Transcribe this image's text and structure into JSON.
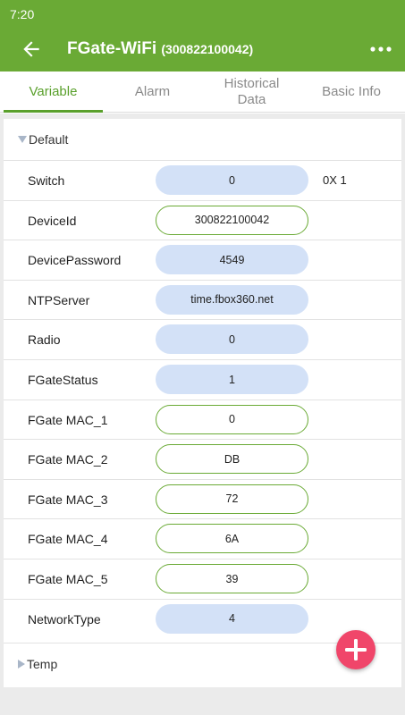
{
  "status_bar": {
    "time": "7:20"
  },
  "app_bar": {
    "title": "FGate-WiFi",
    "subtitle": "(300822100042)",
    "back_icon": "arrow-back-icon",
    "more_icon": "more-vert-icon"
  },
  "tabs": [
    {
      "label": "Variable",
      "active": true
    },
    {
      "label": "Alarm",
      "active": false
    },
    {
      "label": "Historical\nData",
      "active": false
    },
    {
      "label": "Basic Info",
      "active": false
    }
  ],
  "groups": [
    {
      "name": "Default",
      "expanded": true,
      "rows": [
        {
          "label": "Switch",
          "value": "0",
          "editable": false,
          "extra": "0X 1"
        },
        {
          "label": "DeviceId",
          "value": "300822100042",
          "editable": true
        },
        {
          "label": "DevicePassword",
          "value": "4549",
          "editable": false
        },
        {
          "label": "NTPServer",
          "value": "time.fbox360.net",
          "editable": false
        },
        {
          "label": "Radio",
          "value": "0",
          "editable": false
        },
        {
          "label": "FGateStatus",
          "value": "1",
          "editable": false
        },
        {
          "label": "FGate MAC_1",
          "value": "0",
          "editable": true
        },
        {
          "label": "FGate MAC_2",
          "value": "DB",
          "editable": true
        },
        {
          "label": "FGate MAC_3",
          "value": "72",
          "editable": true
        },
        {
          "label": "FGate MAC_4",
          "value": "6A",
          "editable": true
        },
        {
          "label": "FGate MAC_5",
          "value": "39",
          "editable": true
        },
        {
          "label": "NetworkType",
          "value": "4",
          "editable": false
        }
      ]
    },
    {
      "name": "Temp",
      "expanded": false
    }
  ],
  "fab": {
    "icon": "plus-icon"
  },
  "colors": {
    "primary": "#6aaa35",
    "tab_active": "#5aa02c",
    "readonly_fill": "#d3e1f7",
    "fab": "#f0466a"
  }
}
